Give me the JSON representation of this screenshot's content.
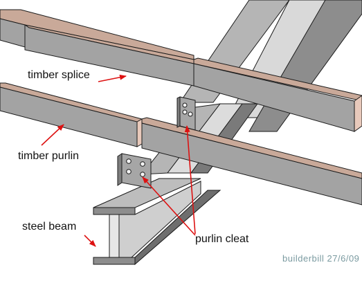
{
  "labels": {
    "timber_splice": "timber splice",
    "timber_purlin": "timber purlin",
    "steel_beam": "steel beam",
    "purlin_cleat": "purlin cleat"
  },
  "credit": "builderbill 27/6/09",
  "colors": {
    "steel_top": "#b5b5b5",
    "steel_side": "#8d8d8d",
    "steel_dark": "#6e6e6e",
    "steel_web": "#e6e6e6",
    "timber_top": "#c9a999",
    "timber_face": "#a3a3a3",
    "timber_end": "#e8c9bb",
    "cleat": "#a6a6a6",
    "bolt": "#f2f2f2",
    "arrow": "#dd1111",
    "credit": "#7a9aa0"
  },
  "icons": {
    "arrow": "red-arrow",
    "bolt": "bolt-icon"
  }
}
